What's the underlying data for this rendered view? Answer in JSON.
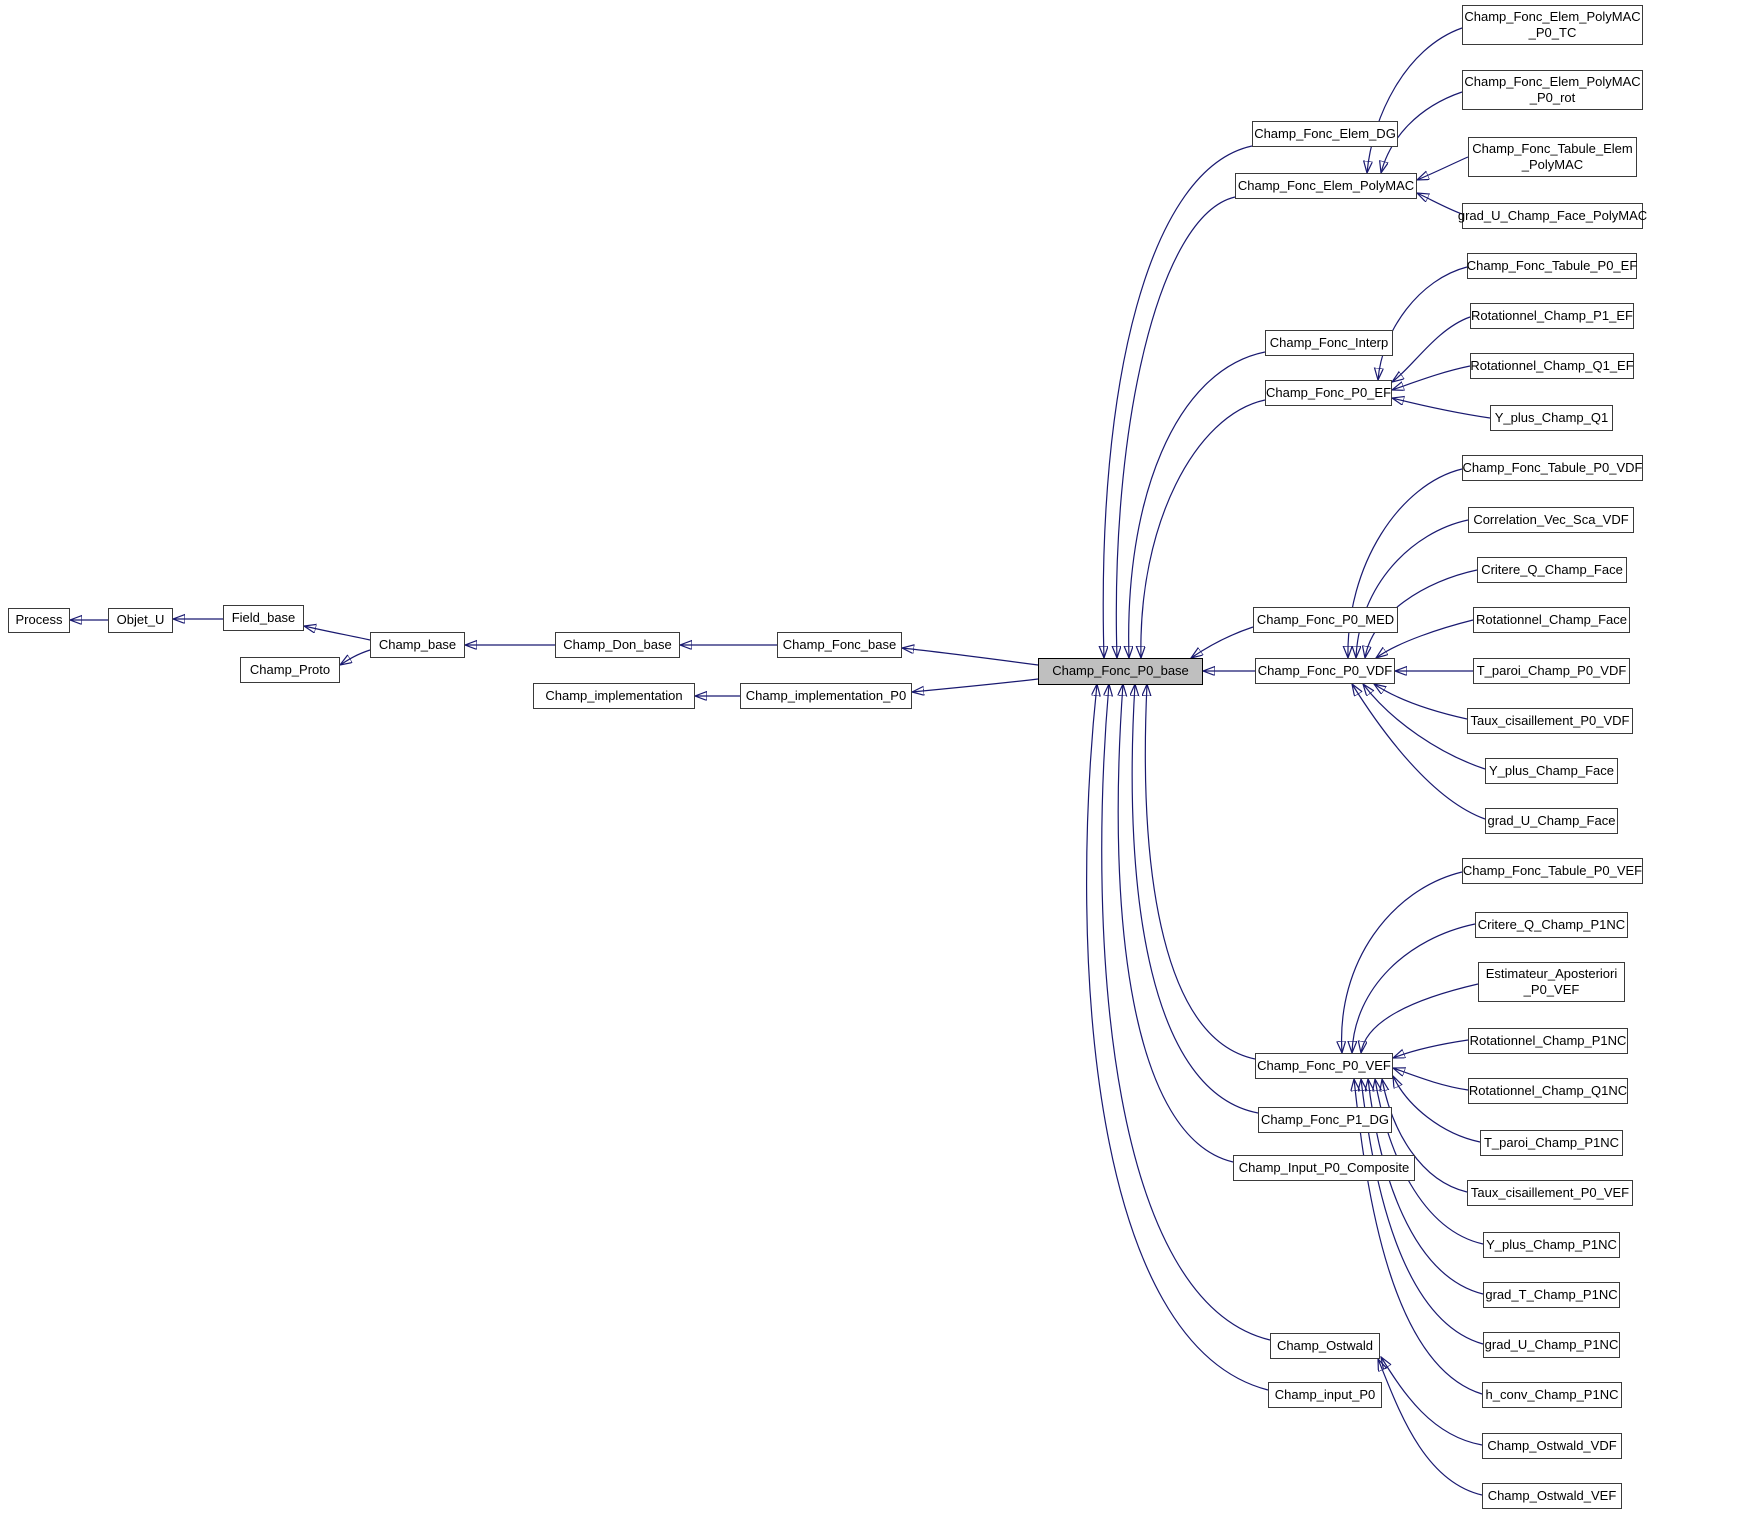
{
  "diagram": {
    "kind": "class-inheritance-graph",
    "highlighted_node": "Champ_Fonc_P0_base",
    "colors": {
      "background": "#ffffff",
      "node_fill": "#ffffff",
      "node_border": "#3a3a3a",
      "highlight_fill": "#bfbfbf",
      "edge": "#191970"
    }
  },
  "nodes": {
    "process": "Process",
    "objet_u": "Objet_U",
    "field_base": "Field_base",
    "champ_proto": "Champ_Proto",
    "champ_base": "Champ_base",
    "champ_don_base": "Champ_Don_base",
    "champ_fonc_base": "Champ_Fonc_base",
    "champ_implementation": "Champ_implementation",
    "champ_implementation_p0": "Champ_implementation_P0",
    "champ_fonc_p0_base": "Champ_Fonc_P0_base",
    "champ_fonc_elem_dg": "Champ_Fonc_Elem_DG",
    "champ_fonc_elem_polymac": "Champ_Fonc_Elem_PolyMAC",
    "champ_fonc_interp": "Champ_Fonc_Interp",
    "champ_fonc_p0_ef": "Champ_Fonc_P0_EF",
    "champ_fonc_p0_med": "Champ_Fonc_P0_MED",
    "champ_fonc_p0_vdf": "Champ_Fonc_P0_VDF",
    "champ_fonc_p0_vef": "Champ_Fonc_P0_VEF",
    "champ_fonc_p1_dg": "Champ_Fonc_P1_DG",
    "champ_input_p0_composite": "Champ_Input_P0_Composite",
    "champ_ostwald": "Champ_Ostwald",
    "champ_input_p0": "Champ_input_P0",
    "champ_fonc_elem_polymac_p0_tc": "Champ_Fonc_Elem_PolyMAC\n_P0_TC",
    "champ_fonc_elem_polymac_p0_rot": "Champ_Fonc_Elem_PolyMAC\n_P0_rot",
    "champ_fonc_tabule_elem_polymac": "Champ_Fonc_Tabule_Elem\n_PolyMAC",
    "grad_u_champ_face_polymac": "grad_U_Champ_Face_PolyMAC",
    "champ_fonc_tabule_p0_ef": "Champ_Fonc_Tabule_P0_EF",
    "rotationnel_champ_p1_ef": "Rotationnel_Champ_P1_EF",
    "rotationnel_champ_q1_ef": "Rotationnel_Champ_Q1_EF",
    "y_plus_champ_q1": "Y_plus_Champ_Q1",
    "champ_fonc_tabule_p0_vdf": "Champ_Fonc_Tabule_P0_VDF",
    "correlation_vec_sca_vdf": "Correlation_Vec_Sca_VDF",
    "critere_q_champ_face": "Critere_Q_Champ_Face",
    "rotationnel_champ_face": "Rotationnel_Champ_Face",
    "t_paroi_champ_p0_vdf": "T_paroi_Champ_P0_VDF",
    "taux_cisaillement_p0_vdf": "Taux_cisaillement_P0_VDF",
    "y_plus_champ_face": "Y_plus_Champ_Face",
    "grad_u_champ_face": "grad_U_Champ_Face",
    "champ_fonc_tabule_p0_vef": "Champ_Fonc_Tabule_P0_VEF",
    "critere_q_champ_p1nc": "Critere_Q_Champ_P1NC",
    "estimateur_aposteriori_p0_vef": "Estimateur_Aposteriori\n_P0_VEF",
    "rotationnel_champ_p1nc": "Rotationnel_Champ_P1NC",
    "rotationnel_champ_q1nc": "Rotationnel_Champ_Q1NC",
    "t_paroi_champ_p1nc": "T_paroi_Champ_P1NC",
    "taux_cisaillement_p0_vef": "Taux_cisaillement_P0_VEF",
    "y_plus_champ_p1nc": "Y_plus_Champ_P1NC",
    "grad_t_champ_p1nc": "grad_T_Champ_P1NC",
    "grad_u_champ_p1nc": "grad_U_Champ_P1NC",
    "h_conv_champ_p1nc": "h_conv_Champ_P1NC",
    "champ_ostwald_vdf": "Champ_Ostwald_VDF",
    "champ_ostwald_vef": "Champ_Ostwald_VEF"
  }
}
